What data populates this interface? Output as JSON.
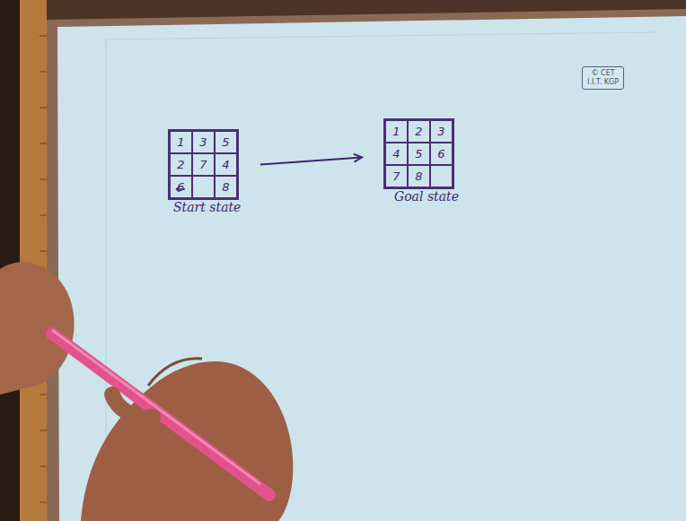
{
  "diagram": {
    "nodes": [
      {
        "text": [
          "Start state"
        ]
      },
      {
        "text": [
          "1"
        ],
        "in": 0
      },
      {
        "text": [
          "3"
        ],
        "in": 0
      },
      {
        "text": [
          "5"
        ],
        "in": 0
      },
      {
        "text": [
          "2"
        ],
        "in": 0
      },
      {
        "text": [
          "7"
        ],
        "in": 0
      },
      {
        "text": [
          "4"
        ],
        "in": 0
      },
      {
        "text": [
          "6"
        ],
        "in": 0
      },
      {
        "text": [
          "8"
        ],
        "in": 0
      },
      {
        "text": [
          "Goal state"
        ]
      },
      {
        "text": [
          "1"
        ],
        "in": 9
      },
      {
        "text": [
          "2"
        ],
        "in": 9
      },
      {
        "text": [
          "3"
        ],
        "in": 9
      },
      {
        "text": [
          "4"
        ],
        "in": 9
      },
      {
        "text": [
          "5"
        ],
        "in": 9
      },
      {
        "text": [
          "6"
        ],
        "in": 9
      },
      {
        "text": [
          "7"
        ],
        "in": 9
      },
      {
        "text": [
          "8"
        ],
        "in": 9
      }
    ],
    "edges": [
      {
        "from": 0,
        "to": 9,
        "arrow": "to"
      }
    ],
    "labels": [
      "© CET",
      "I.I.T. KGP"
    ]
  }
}
